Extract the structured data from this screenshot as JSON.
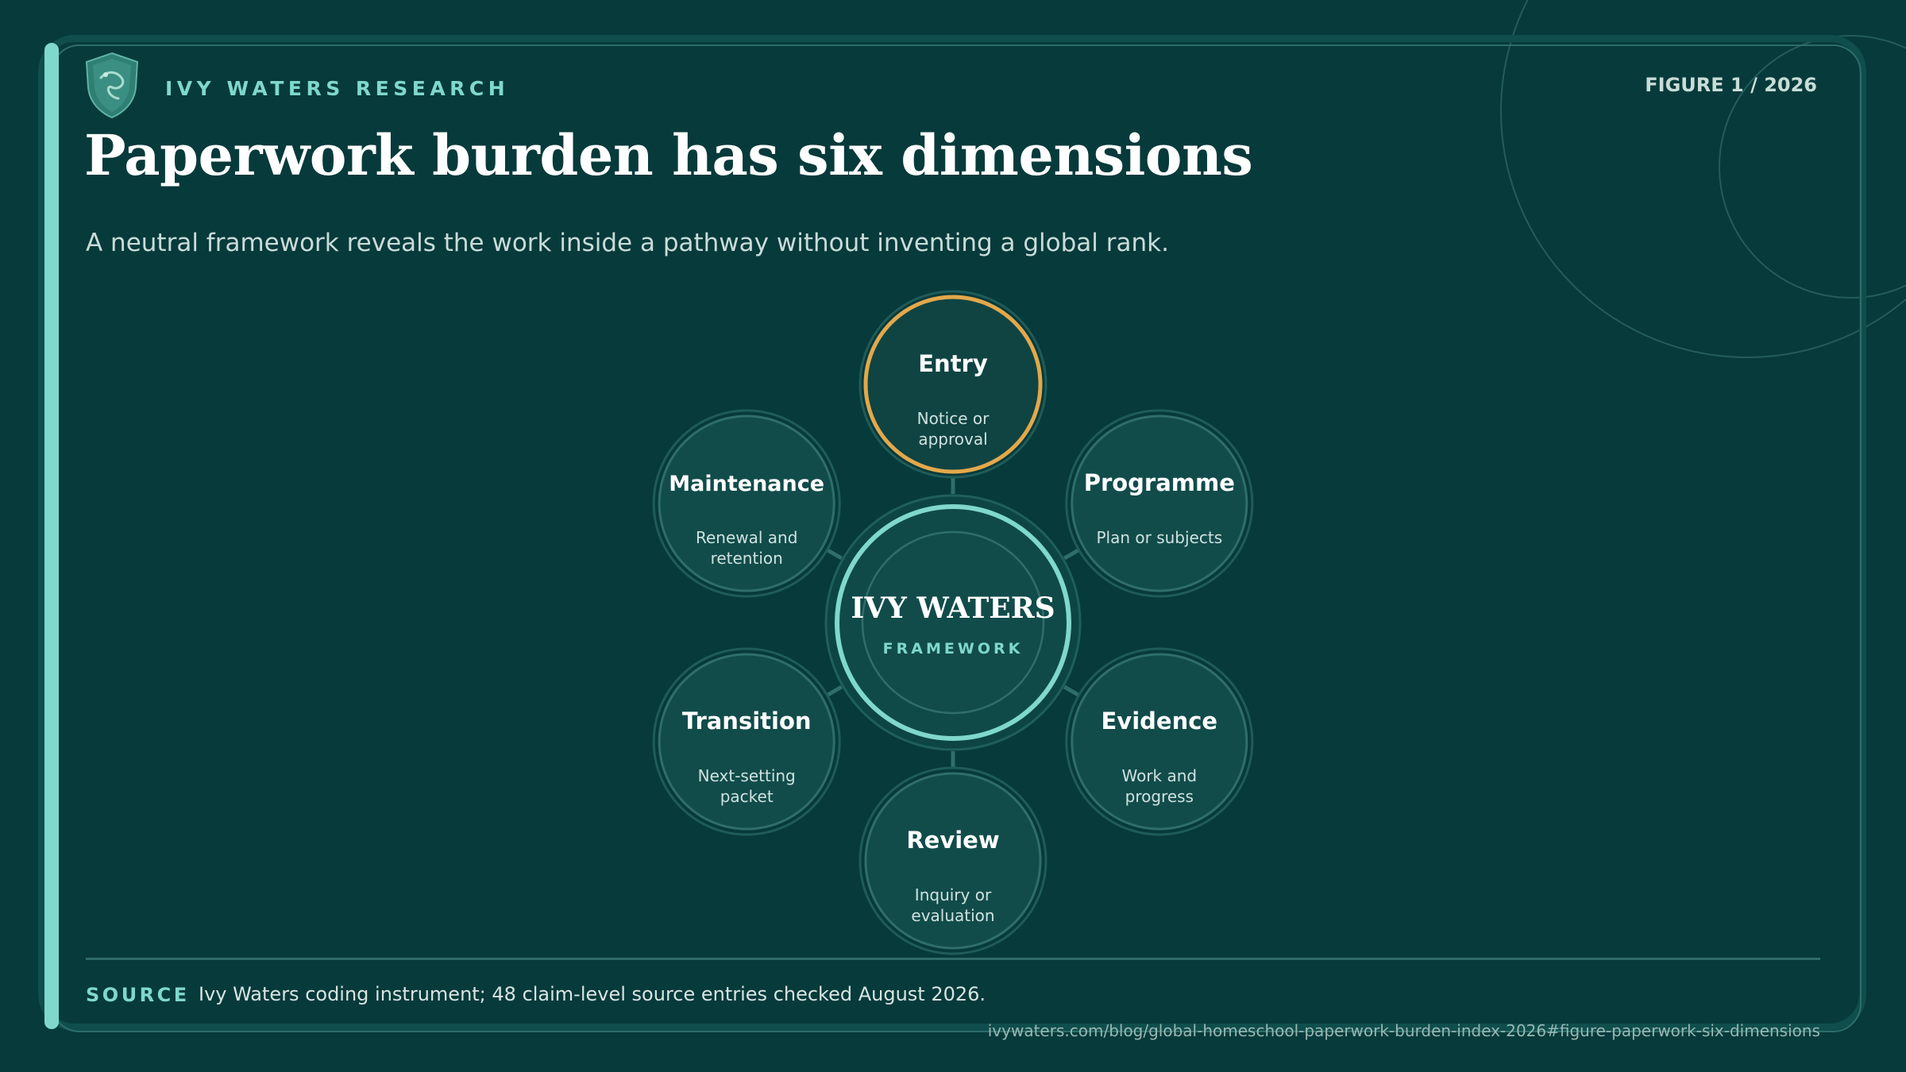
{
  "header": {
    "brand": "IVY WATERS RESEARCH",
    "figure_label": "FIGURE 1 / 2026",
    "title": "Paperwork burden has six dimensions",
    "subtitle": "A neutral framework reveals the work inside a pathway without inventing a global rank."
  },
  "hub": {
    "title": "IVY WATERS",
    "subtitle": "FRAMEWORK"
  },
  "dimensions": [
    {
      "title": "Entry",
      "desc": [
        "Notice or",
        "approval"
      ],
      "highlighted": true
    },
    {
      "title": "Programme",
      "desc": [
        "Plan or subjects"
      ],
      "highlighted": false
    },
    {
      "title": "Evidence",
      "desc": [
        "Work and",
        "progress"
      ],
      "highlighted": false
    },
    {
      "title": "Review",
      "desc": [
        "Inquiry or",
        "evaluation"
      ],
      "highlighted": false
    },
    {
      "title": "Transition",
      "desc": [
        "Next-setting",
        "packet"
      ],
      "highlighted": false
    },
    {
      "title": "Maintenance",
      "desc": [
        "Renewal and",
        "retention"
      ],
      "highlighted": false
    }
  ],
  "footer": {
    "source_label": "SOURCE",
    "source_text": "Ivy Waters coding instrument; 48 claim-level source entries checked August 2026.",
    "url": "ivywaters.com/blog/global-homeschool-paperwork-burden-index-2026#figure-paperwork-six-dimensions"
  },
  "colors": {
    "background": "#073a3b",
    "accent": "#7fd8cb",
    "highlight": "#e3a84a",
    "node_fill": "#114c4b"
  },
  "icons": {
    "logo": "shield-crest-icon"
  }
}
